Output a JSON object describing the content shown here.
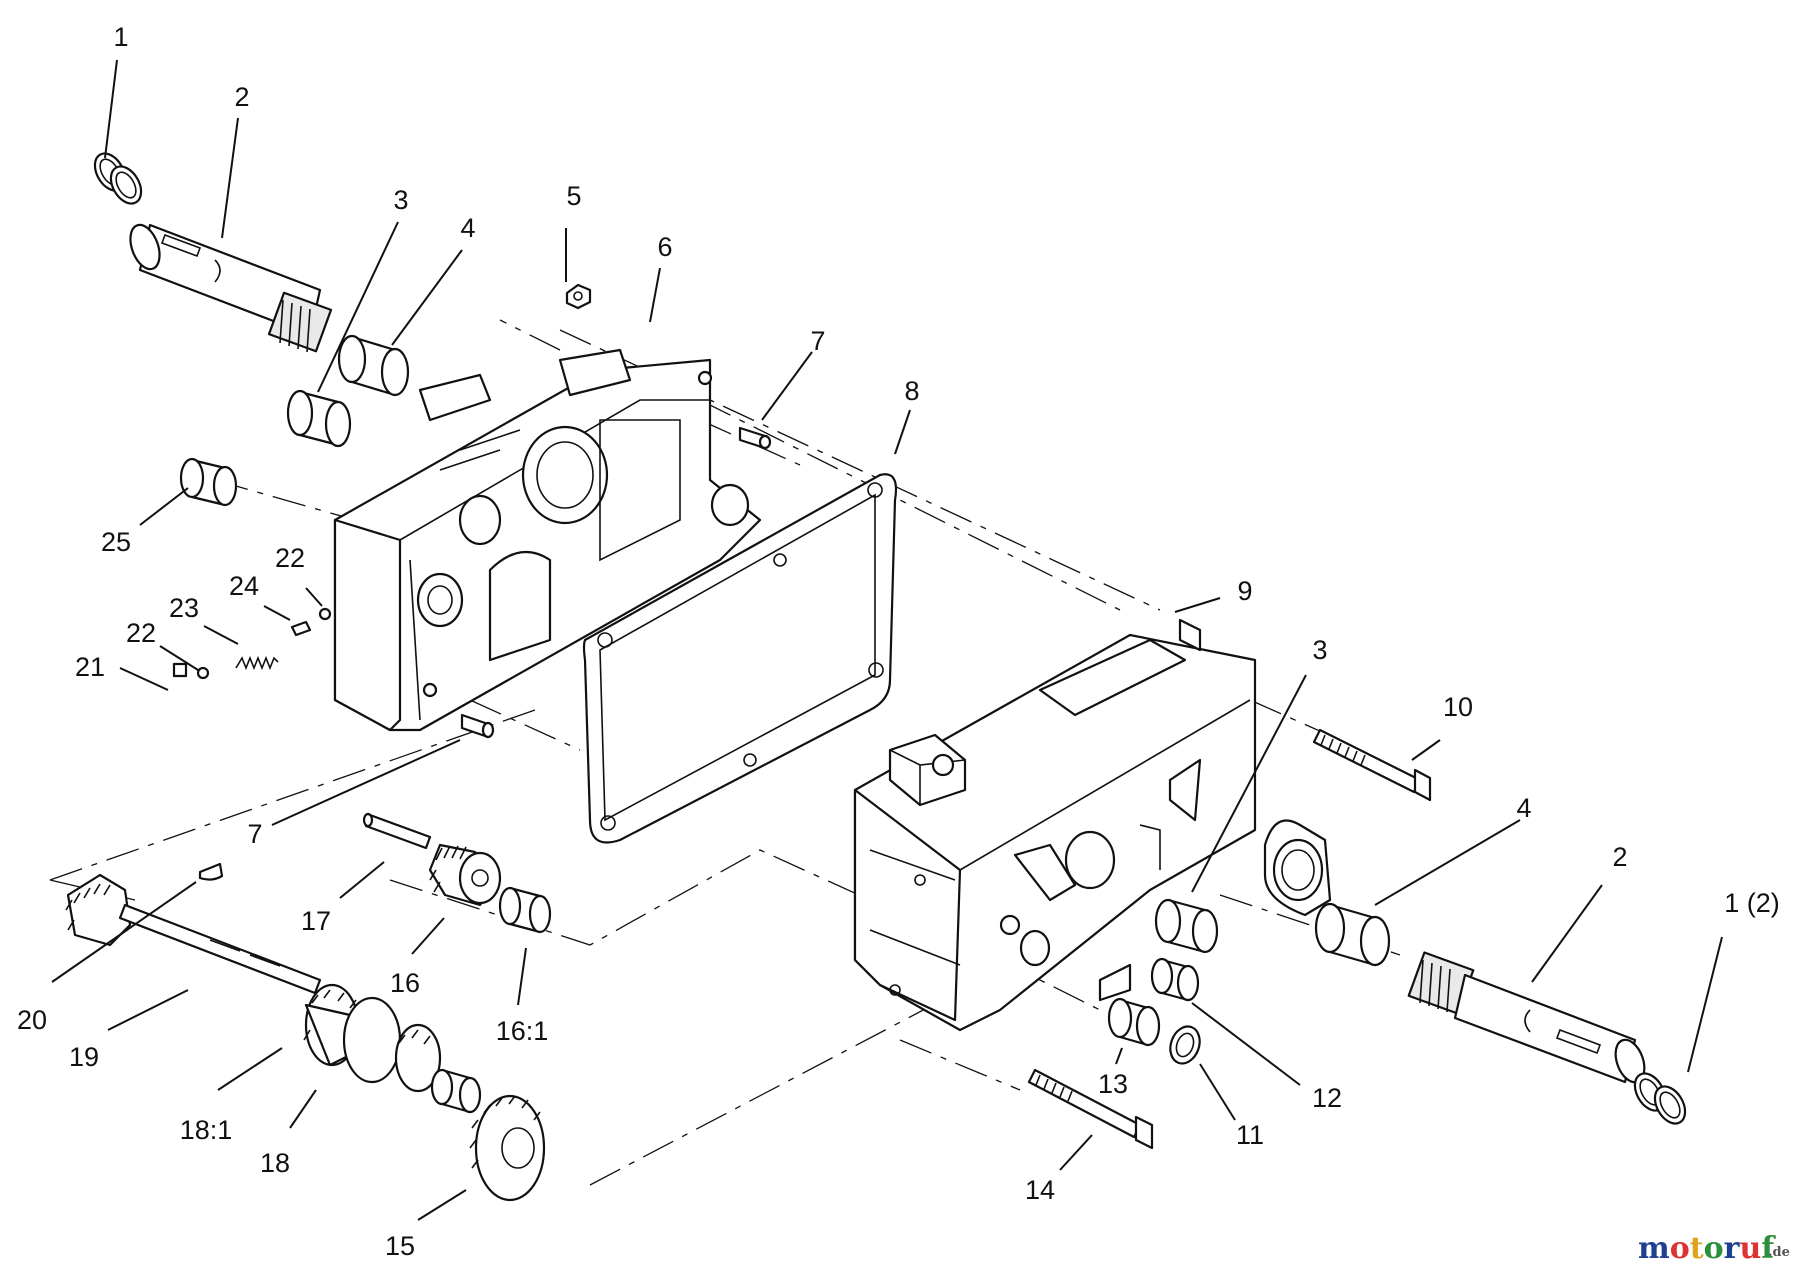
{
  "diagram": {
    "type": "exploded-parts-diagram",
    "callouts": [
      {
        "id": "c1",
        "text": "1"
      },
      {
        "id": "c2",
        "text": "2"
      },
      {
        "id": "c3",
        "text": "3"
      },
      {
        "id": "c4",
        "text": "4"
      },
      {
        "id": "c5",
        "text": "5"
      },
      {
        "id": "c6",
        "text": "6"
      },
      {
        "id": "c7",
        "text": "7"
      },
      {
        "id": "c8",
        "text": "8"
      },
      {
        "id": "c25",
        "text": "25"
      },
      {
        "id": "c22a",
        "text": "22"
      },
      {
        "id": "c24",
        "text": "24"
      },
      {
        "id": "c23",
        "text": "23"
      },
      {
        "id": "c22b",
        "text": "22"
      },
      {
        "id": "c21",
        "text": "21"
      },
      {
        "id": "c9",
        "text": "9"
      },
      {
        "id": "c3b",
        "text": "3"
      },
      {
        "id": "c10",
        "text": "10"
      },
      {
        "id": "c4b",
        "text": "4"
      },
      {
        "id": "c2b",
        "text": "2"
      },
      {
        "id": "c1b",
        "text": "1 (2)"
      },
      {
        "id": "c7b",
        "text": "7"
      },
      {
        "id": "c17",
        "text": "17"
      },
      {
        "id": "c16",
        "text": "16"
      },
      {
        "id": "c161",
        "text": "16:1"
      },
      {
        "id": "c20",
        "text": "20"
      },
      {
        "id": "c19",
        "text": "19"
      },
      {
        "id": "c181",
        "text": "18:1"
      },
      {
        "id": "c18",
        "text": "18"
      },
      {
        "id": "c15",
        "text": "15"
      },
      {
        "id": "c13",
        "text": "13"
      },
      {
        "id": "c12",
        "text": "12"
      },
      {
        "id": "c11",
        "text": "11"
      },
      {
        "id": "c14",
        "text": "14"
      }
    ]
  },
  "watermark": {
    "text_main": "motoruf",
    "text_suffix": ".de",
    "colors": {
      "m": "#1f3f8f",
      "o1": "#d33",
      "t": "#e0a21c",
      "o2": "#2c8f3a",
      "r": "#1f3f8f",
      "u": "#d33",
      "f": "#2c8f3a",
      "suffix": "#555555"
    }
  }
}
